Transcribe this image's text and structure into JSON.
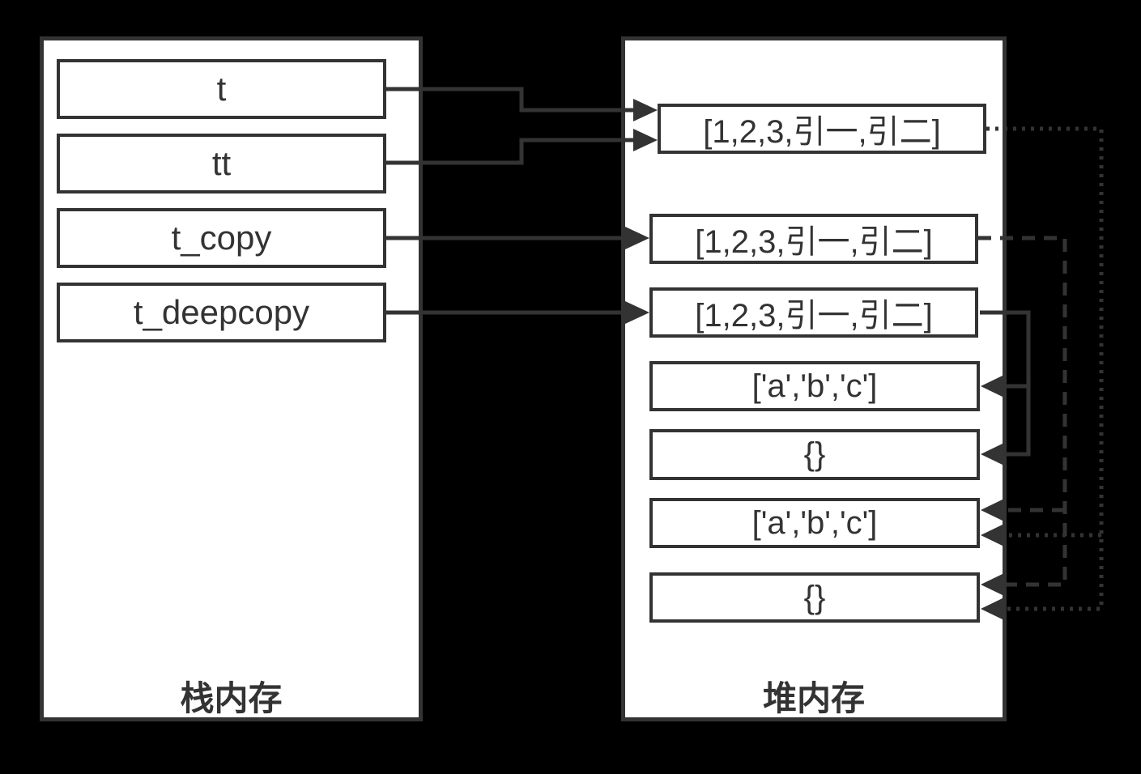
{
  "colors": {
    "background": "#000000",
    "panel_bg": "#ffffff",
    "stroke": "#333333",
    "text": "#333333"
  },
  "stack_panel": {
    "label": "栈内存",
    "variables": [
      {
        "id": "t",
        "name": "t"
      },
      {
        "id": "tt",
        "name": "tt"
      },
      {
        "id": "t_copy",
        "name": "t_copy"
      },
      {
        "id": "t_deepcopy",
        "name": "t_deepcopy"
      }
    ]
  },
  "heap_panel": {
    "label": "堆内存",
    "objects": [
      {
        "id": "list_t_tt",
        "value": "[1,2,3,引一,引二]"
      },
      {
        "id": "list_t_copy",
        "value": "[1,2,3,引一,引二]"
      },
      {
        "id": "list_t_deepcopy",
        "value": "[1,2,3,引一,引二]"
      },
      {
        "id": "inner_list_deepcopy",
        "value": "['a','b','c']"
      },
      {
        "id": "inner_dict_deepcopy",
        "value": "{}"
      },
      {
        "id": "inner_list_shared",
        "value": "['a','b','c']"
      },
      {
        "id": "inner_dict_shared",
        "value": "{}"
      }
    ]
  },
  "connections": [
    {
      "from": "t",
      "to": "list_t_tt",
      "style": "solid"
    },
    {
      "from": "tt",
      "to": "list_t_tt",
      "style": "solid"
    },
    {
      "from": "t_copy",
      "to": "list_t_copy",
      "style": "solid"
    },
    {
      "from": "t_deepcopy",
      "to": "list_t_deepcopy",
      "style": "solid"
    },
    {
      "from": "list_t_deepcopy",
      "to": "inner_list_deepcopy",
      "style": "solid"
    },
    {
      "from": "list_t_deepcopy",
      "to": "inner_dict_deepcopy",
      "style": "solid"
    },
    {
      "from": "list_t_copy",
      "to": "inner_list_shared",
      "style": "dashed"
    },
    {
      "from": "list_t_copy",
      "to": "inner_dict_shared",
      "style": "dashed"
    },
    {
      "from": "list_t_tt",
      "to": "inner_list_shared",
      "style": "dotted"
    },
    {
      "from": "list_t_tt",
      "to": "inner_dict_shared",
      "style": "dotted"
    }
  ]
}
